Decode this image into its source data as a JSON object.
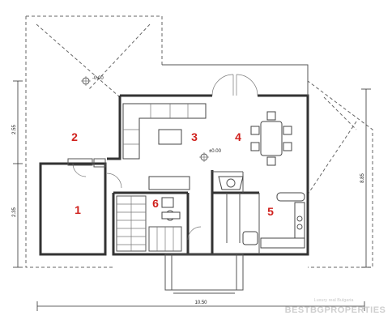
{
  "rooms": [
    {
      "number": "1",
      "label": ""
    },
    {
      "number": "2",
      "label": ""
    },
    {
      "number": "3",
      "label": ""
    },
    {
      "number": "4",
      "label": ""
    },
    {
      "number": "5",
      "label": ""
    },
    {
      "number": "6",
      "label": ""
    }
  ],
  "levels": {
    "terrace": "-0.00",
    "living": "±0.00"
  },
  "dimensions": {
    "overall_width": "10.50",
    "left_upper": "2.55",
    "left_lower": "2.35",
    "right_total": "8.85"
  },
  "watermark": {
    "line1": "Luxury real Bulgaria",
    "line2": "BESTBGPROPERTIES"
  },
  "colors": {
    "room_number": "#d0211d",
    "lines": "#333333",
    "background": "#ffffff"
  }
}
